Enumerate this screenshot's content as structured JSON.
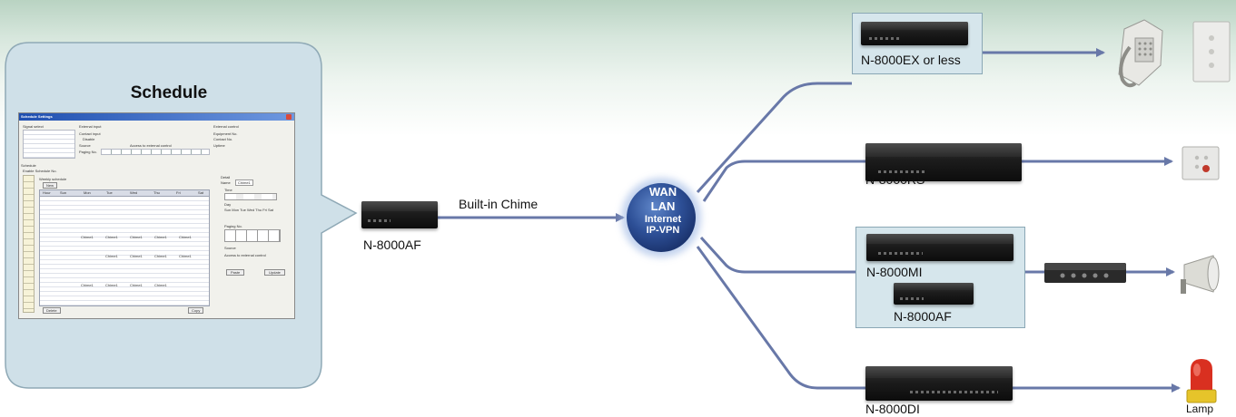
{
  "callout": {
    "title": "Schedule",
    "screenshot": {
      "window_title": "Schedule Settings",
      "signal_select_label": "Signal select",
      "external_input_label": "External input",
      "external_control_label": "External control",
      "contact_input_label": "Contact input",
      "disable_label": "Disable",
      "source_label": "Source",
      "paging_no_label": "Paging No.",
      "access_label": "Access to external control",
      "equipment_no_label": "Equipment No.",
      "contact_no_label": "Contact No.",
      "uptime_label": "Uptime",
      "schedule_label": "Schedule",
      "enable_schedule_label": "Enable Schedule No.",
      "weekly_schedule_label": "Weekly schedule",
      "new_button": "New",
      "days": [
        "Hour",
        "Sun",
        "Mon",
        "Tue",
        "Wed",
        "Thu",
        "Fri",
        "Sat"
      ],
      "detail_label": "Detail",
      "name_label": "Name",
      "name_value": "Chime1",
      "time_label": "Time",
      "day_label": "Day",
      "day_checks": [
        "Sun",
        "Mon",
        "Tue",
        "Wed",
        "Thu",
        "Fri",
        "Sat"
      ],
      "cell_value": "Chime1",
      "delete_button": "Delete",
      "copy_button": "Copy",
      "paste_button": "Paste",
      "update_button": "Update"
    }
  },
  "source_device": {
    "label": "N-8000AF"
  },
  "link_label": "Built-in Chime",
  "network": {
    "lines": [
      "WAN",
      "LAN",
      "Internet",
      "IP-VPN"
    ]
  },
  "branches": {
    "ex": {
      "label": "N-8000EX or less"
    },
    "rs": {
      "label": "N-8000RS"
    },
    "mi": {
      "label": "N-8000MI"
    },
    "af2": {
      "label": "N-8000AF"
    },
    "di": {
      "label": "N-8000DI"
    }
  },
  "lamp": {
    "label": "Lamp"
  },
  "colors": {
    "link_line": "#6878a8",
    "cloud": "#2d4f96",
    "callout_bg": "#cfe0e8",
    "box_bg": "#d6e6ec"
  }
}
